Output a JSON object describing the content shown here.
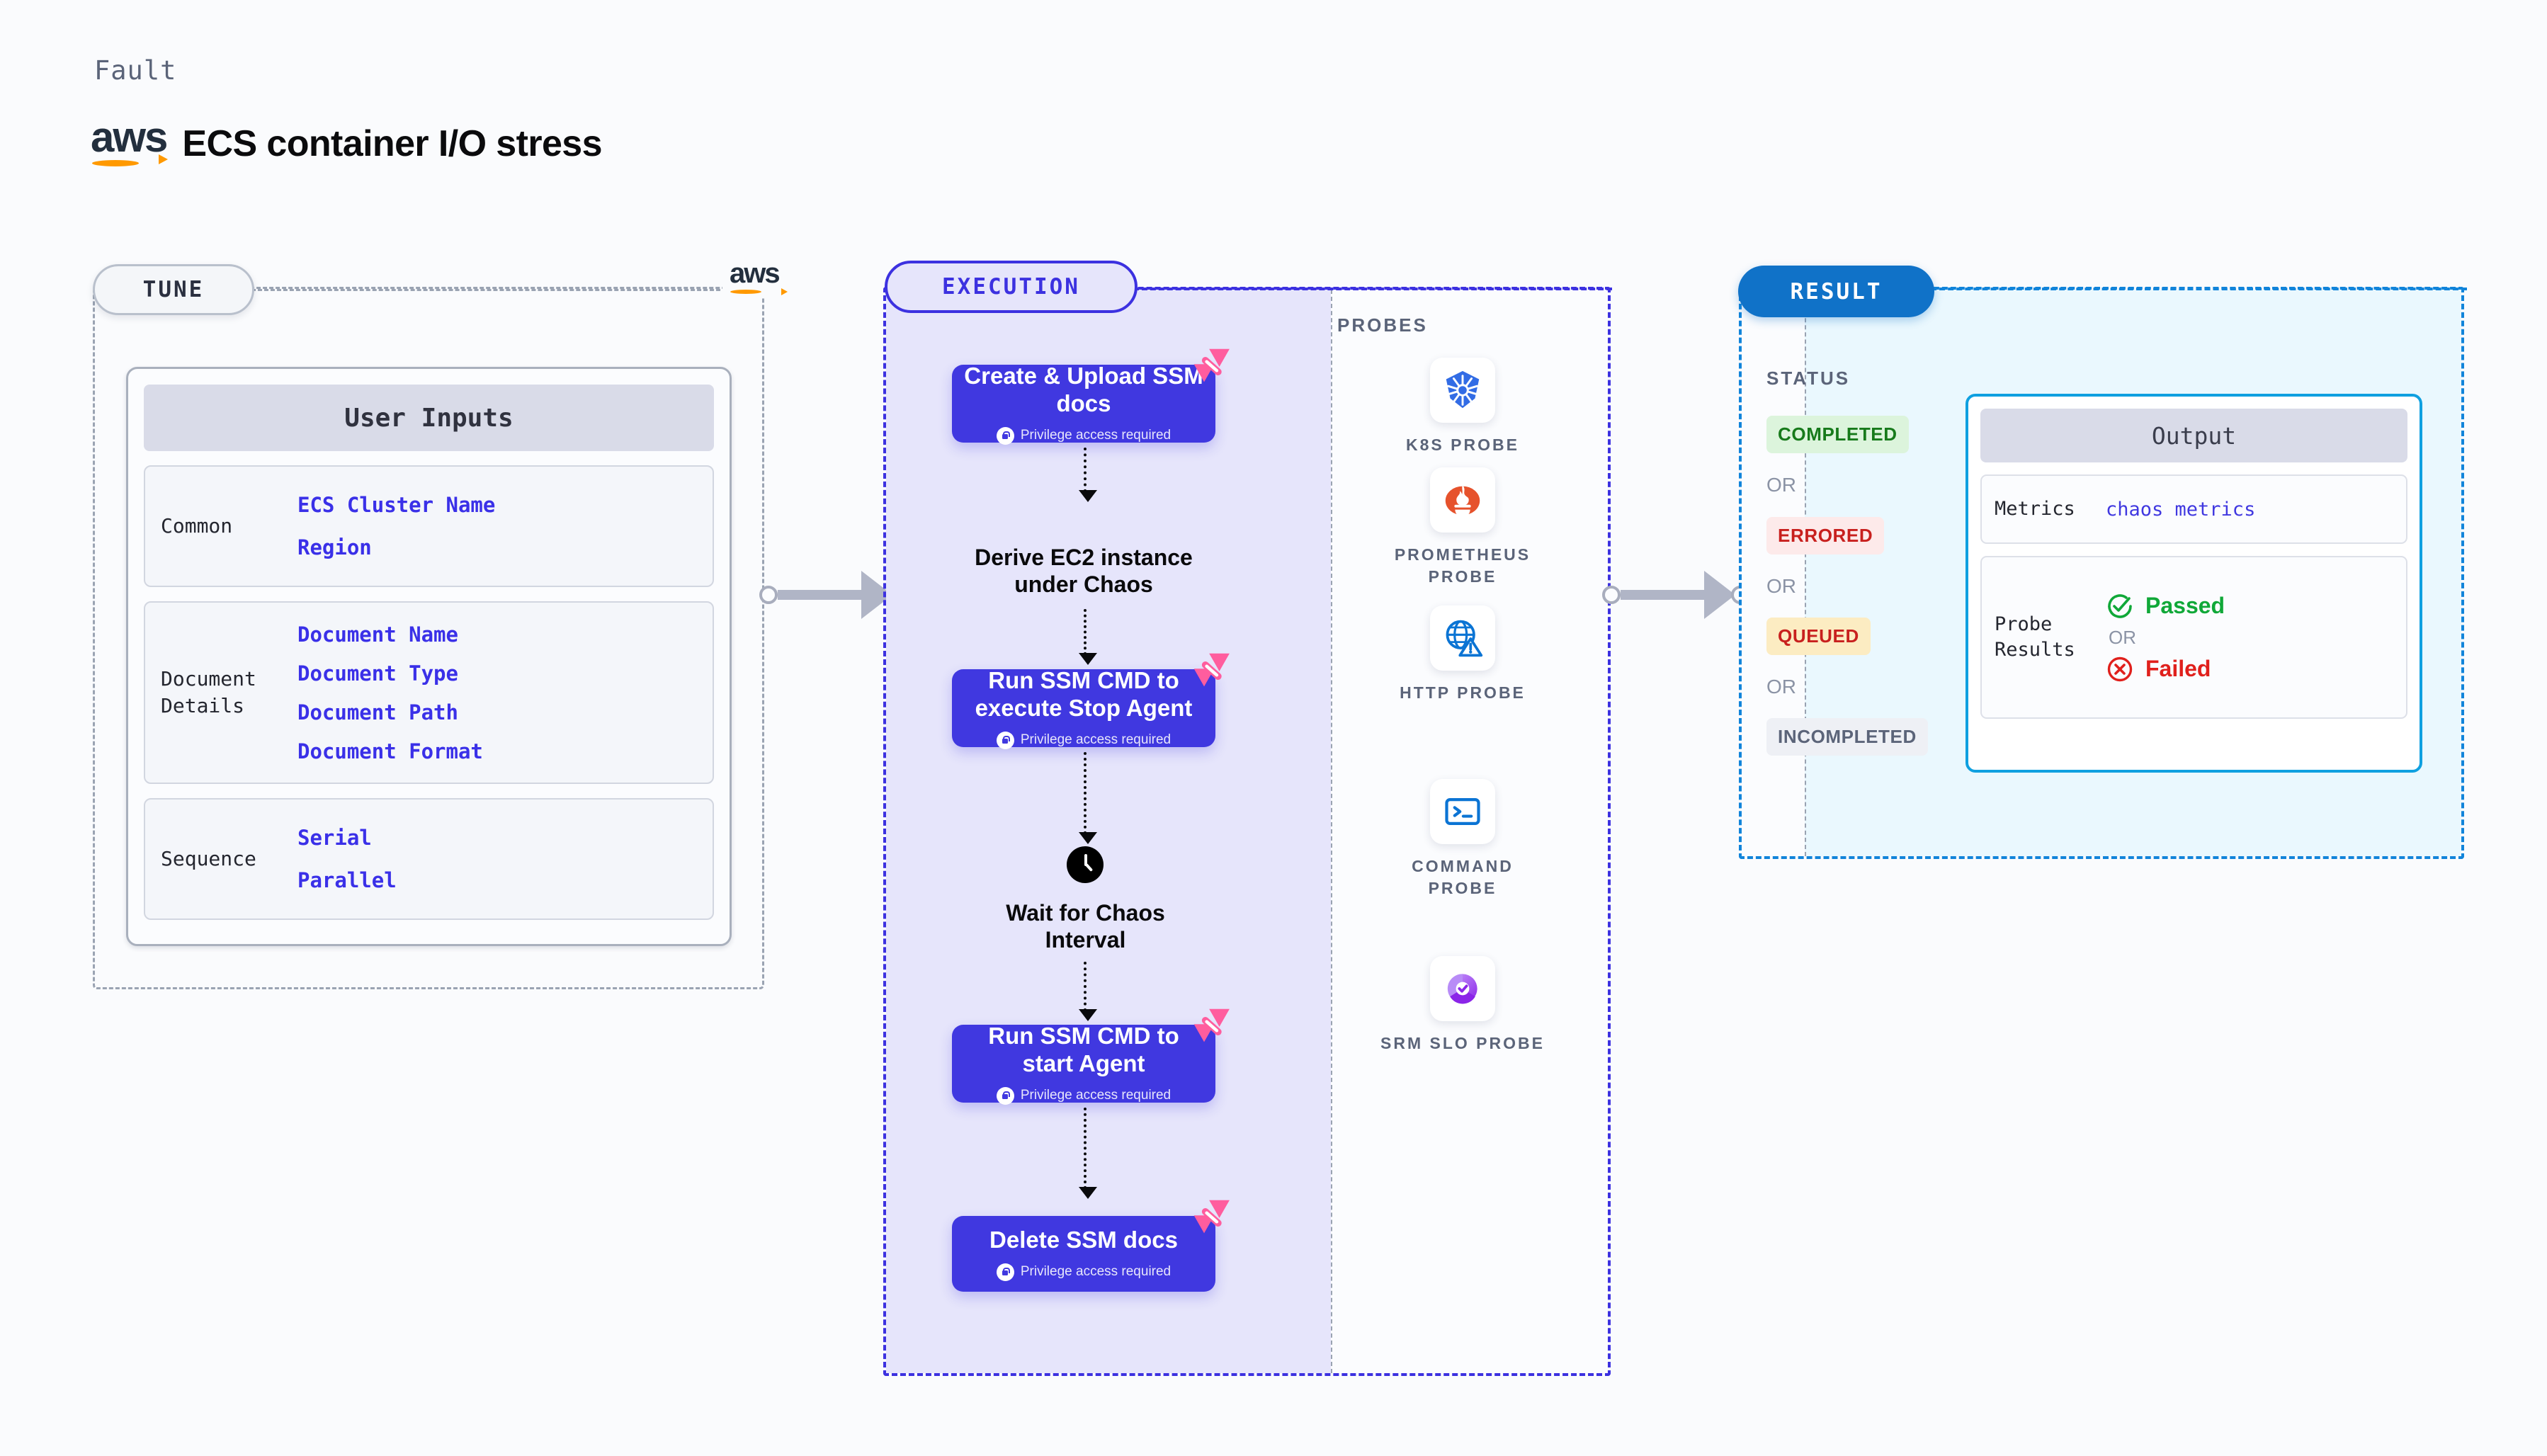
{
  "header": {
    "eyebrow": "Fault",
    "title": "ECS container I/O stress",
    "logo_icon": "aws-logo"
  },
  "tune": {
    "pill_label": "TUNE",
    "logo_icon": "aws-logo",
    "card_title": "User Inputs",
    "sections": [
      {
        "label": "Common",
        "values": [
          "ECS Cluster Name",
          "Region"
        ]
      },
      {
        "label": "Document\nDetails",
        "values": [
          "Document Name",
          "Document Type",
          "Document Path",
          "Document Format"
        ]
      },
      {
        "label": "Sequence",
        "values": [
          "Serial",
          "Parallel"
        ]
      }
    ]
  },
  "execution": {
    "pill_label": "EXECUTION",
    "probes_label": "PROBES",
    "steps": [
      {
        "type": "task",
        "title": "Create & Upload SSM docs",
        "subtitle": "Privilege access required",
        "badge_icon": "harness-logo"
      },
      {
        "type": "plain",
        "title": "Derive EC2 instance under Chaos"
      },
      {
        "type": "task",
        "title": "Run SSM CMD to execute Stop Agent",
        "subtitle": "Privilege access required",
        "badge_icon": "harness-logo"
      },
      {
        "type": "wait",
        "title": "Wait for Chaos Interval",
        "icon": "clock-icon"
      },
      {
        "type": "task",
        "title": "Run SSM CMD to start Agent",
        "subtitle": "Privilege access required",
        "badge_icon": "harness-logo"
      },
      {
        "type": "task",
        "title": "Delete SSM docs",
        "subtitle": "Privilege access required",
        "badge_icon": "harness-logo"
      }
    ],
    "probes": [
      {
        "label": "K8S PROBE",
        "icon": "kubernetes-icon"
      },
      {
        "label": "PROMETHEUS PROBE",
        "icon": "prometheus-icon"
      },
      {
        "label": "HTTP PROBE",
        "icon": "http-globe-warning-icon"
      },
      {
        "label": "COMMAND PROBE",
        "icon": "terminal-icon"
      },
      {
        "label": "SRM SLO PROBE",
        "icon": "srm-slo-icon"
      }
    ]
  },
  "result": {
    "pill_label": "RESULT",
    "status_label": "STATUS",
    "or_label": "OR",
    "statuses": [
      {
        "label": "COMPLETED",
        "bg": "#dcf4dc",
        "fg": "#177a1b"
      },
      {
        "label": "ERRORED",
        "bg": "#fdeaea",
        "fg": "#c8201e"
      },
      {
        "label": "QUEUED",
        "bg": "#fcecc2",
        "fg": "#c8201e"
      },
      {
        "label": "INCOMPLETED",
        "bg": "#eef0f5",
        "fg": "#5b6479"
      }
    ],
    "output": {
      "title": "Output",
      "metrics_label": "Metrics",
      "metrics_value": "chaos metrics",
      "probe_label": "Probe\nResults",
      "passed_label": "Passed",
      "failed_label": "Failed",
      "or_label": "OR"
    }
  },
  "colors": {
    "node_purple": "#4038e0",
    "execution_border": "#3c31e0",
    "result_border": "#1184da",
    "result_pill": "#1072c8",
    "tune_border": "#9aa3b2",
    "harness_pink": "#ff5d9e",
    "aws_orange": "#ff9900",
    "passed_green": "#10a838",
    "failed_red": "#e0201c"
  }
}
